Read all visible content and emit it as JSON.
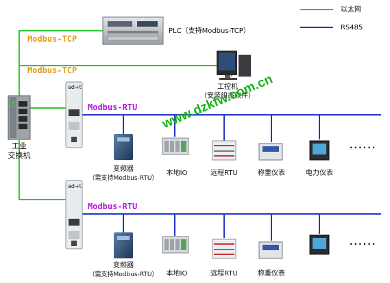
{
  "legend": {
    "ethernet_label": "以太网",
    "rs485_label": "RS485",
    "ethernet_color": "#30c830",
    "rs485_color": "#2436c8"
  },
  "plc": {
    "label": "PLC（支持Modbus-TCP）"
  },
  "ipc": {
    "label_line1": "工控机",
    "label_line2": "（安装组态软件）"
  },
  "switch": {
    "label_line1": "工业",
    "label_line2": "交换机"
  },
  "protocols": {
    "tcp_upper": "Modbus-TCP",
    "tcp_lower": "Modbus-TCP",
    "rtu_upper": "Modbus-RTU",
    "rtu_lower": "Modbus-RTU"
  },
  "gateway_brand": "ad+t",
  "row1": {
    "devices": [
      {
        "label_line1": "变频器",
        "label_line2": "（需支持Modbus-RTU）",
        "icon": "inverter-icon"
      },
      {
        "label_line1": "本地IO",
        "icon": "local-io-icon"
      },
      {
        "label_line1": "远程RTU",
        "icon": "remote-rtu-icon"
      },
      {
        "label_line1": "称重仪表",
        "icon": "weighing-meter-icon"
      },
      {
        "label_line1": "电力仪表",
        "icon": "power-meter-icon"
      }
    ],
    "ellipsis": "......"
  },
  "row2": {
    "devices": [
      {
        "label_line1": "变频器",
        "label_line2": "（需支持Modbus-RTU）",
        "icon": "inverter-icon"
      },
      {
        "label_line1": "本地IO",
        "icon": "local-io-icon"
      },
      {
        "label_line1": "远程RTU",
        "icon": "remote-rtu-icon"
      },
      {
        "label_line1": "称重仪表",
        "icon": "weighing-meter-icon"
      }
    ],
    "ellipsis": "......"
  },
  "watermark": "www.dzkfw.com.cn"
}
